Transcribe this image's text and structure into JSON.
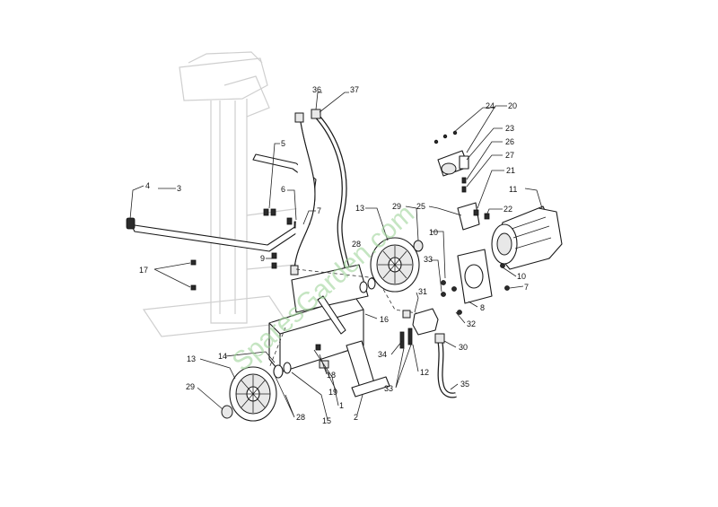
{
  "watermark": "SparesGarden.com",
  "callouts": [
    "1",
    "2",
    "3",
    "4",
    "5",
    "6",
    "7",
    "8",
    "9",
    "10",
    "11",
    "12",
    "13",
    "14",
    "15",
    "16",
    "17",
    "18",
    "19",
    "20",
    "21",
    "22",
    "23",
    "24",
    "25",
    "26",
    "27",
    "28",
    "29",
    "30",
    "31",
    "32",
    "33",
    "34",
    "35",
    "36",
    "37"
  ],
  "colors": {
    "ink": "#1a1a1a",
    "ghost": "#cfcfcf",
    "watermark": "#9fd49a"
  }
}
